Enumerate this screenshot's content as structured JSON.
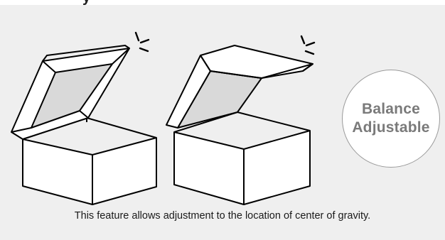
{
  "heading_fragment": "y",
  "badge": {
    "line1": "Balance",
    "line2": "Adjustable"
  },
  "caption": "This feature allows adjustment to the location of center of gravity.",
  "colors": {
    "background": "#efefef",
    "box_stroke": "#000000",
    "box_fill": "#ffffff",
    "lid_inner": "#d9d9d9",
    "badge_text": "#7a7a7a",
    "badge_border": "#9a9a9a"
  },
  "icons": [
    "box-open-lid-icon",
    "box-flipped-lid-icon",
    "motion-lines-icon"
  ]
}
